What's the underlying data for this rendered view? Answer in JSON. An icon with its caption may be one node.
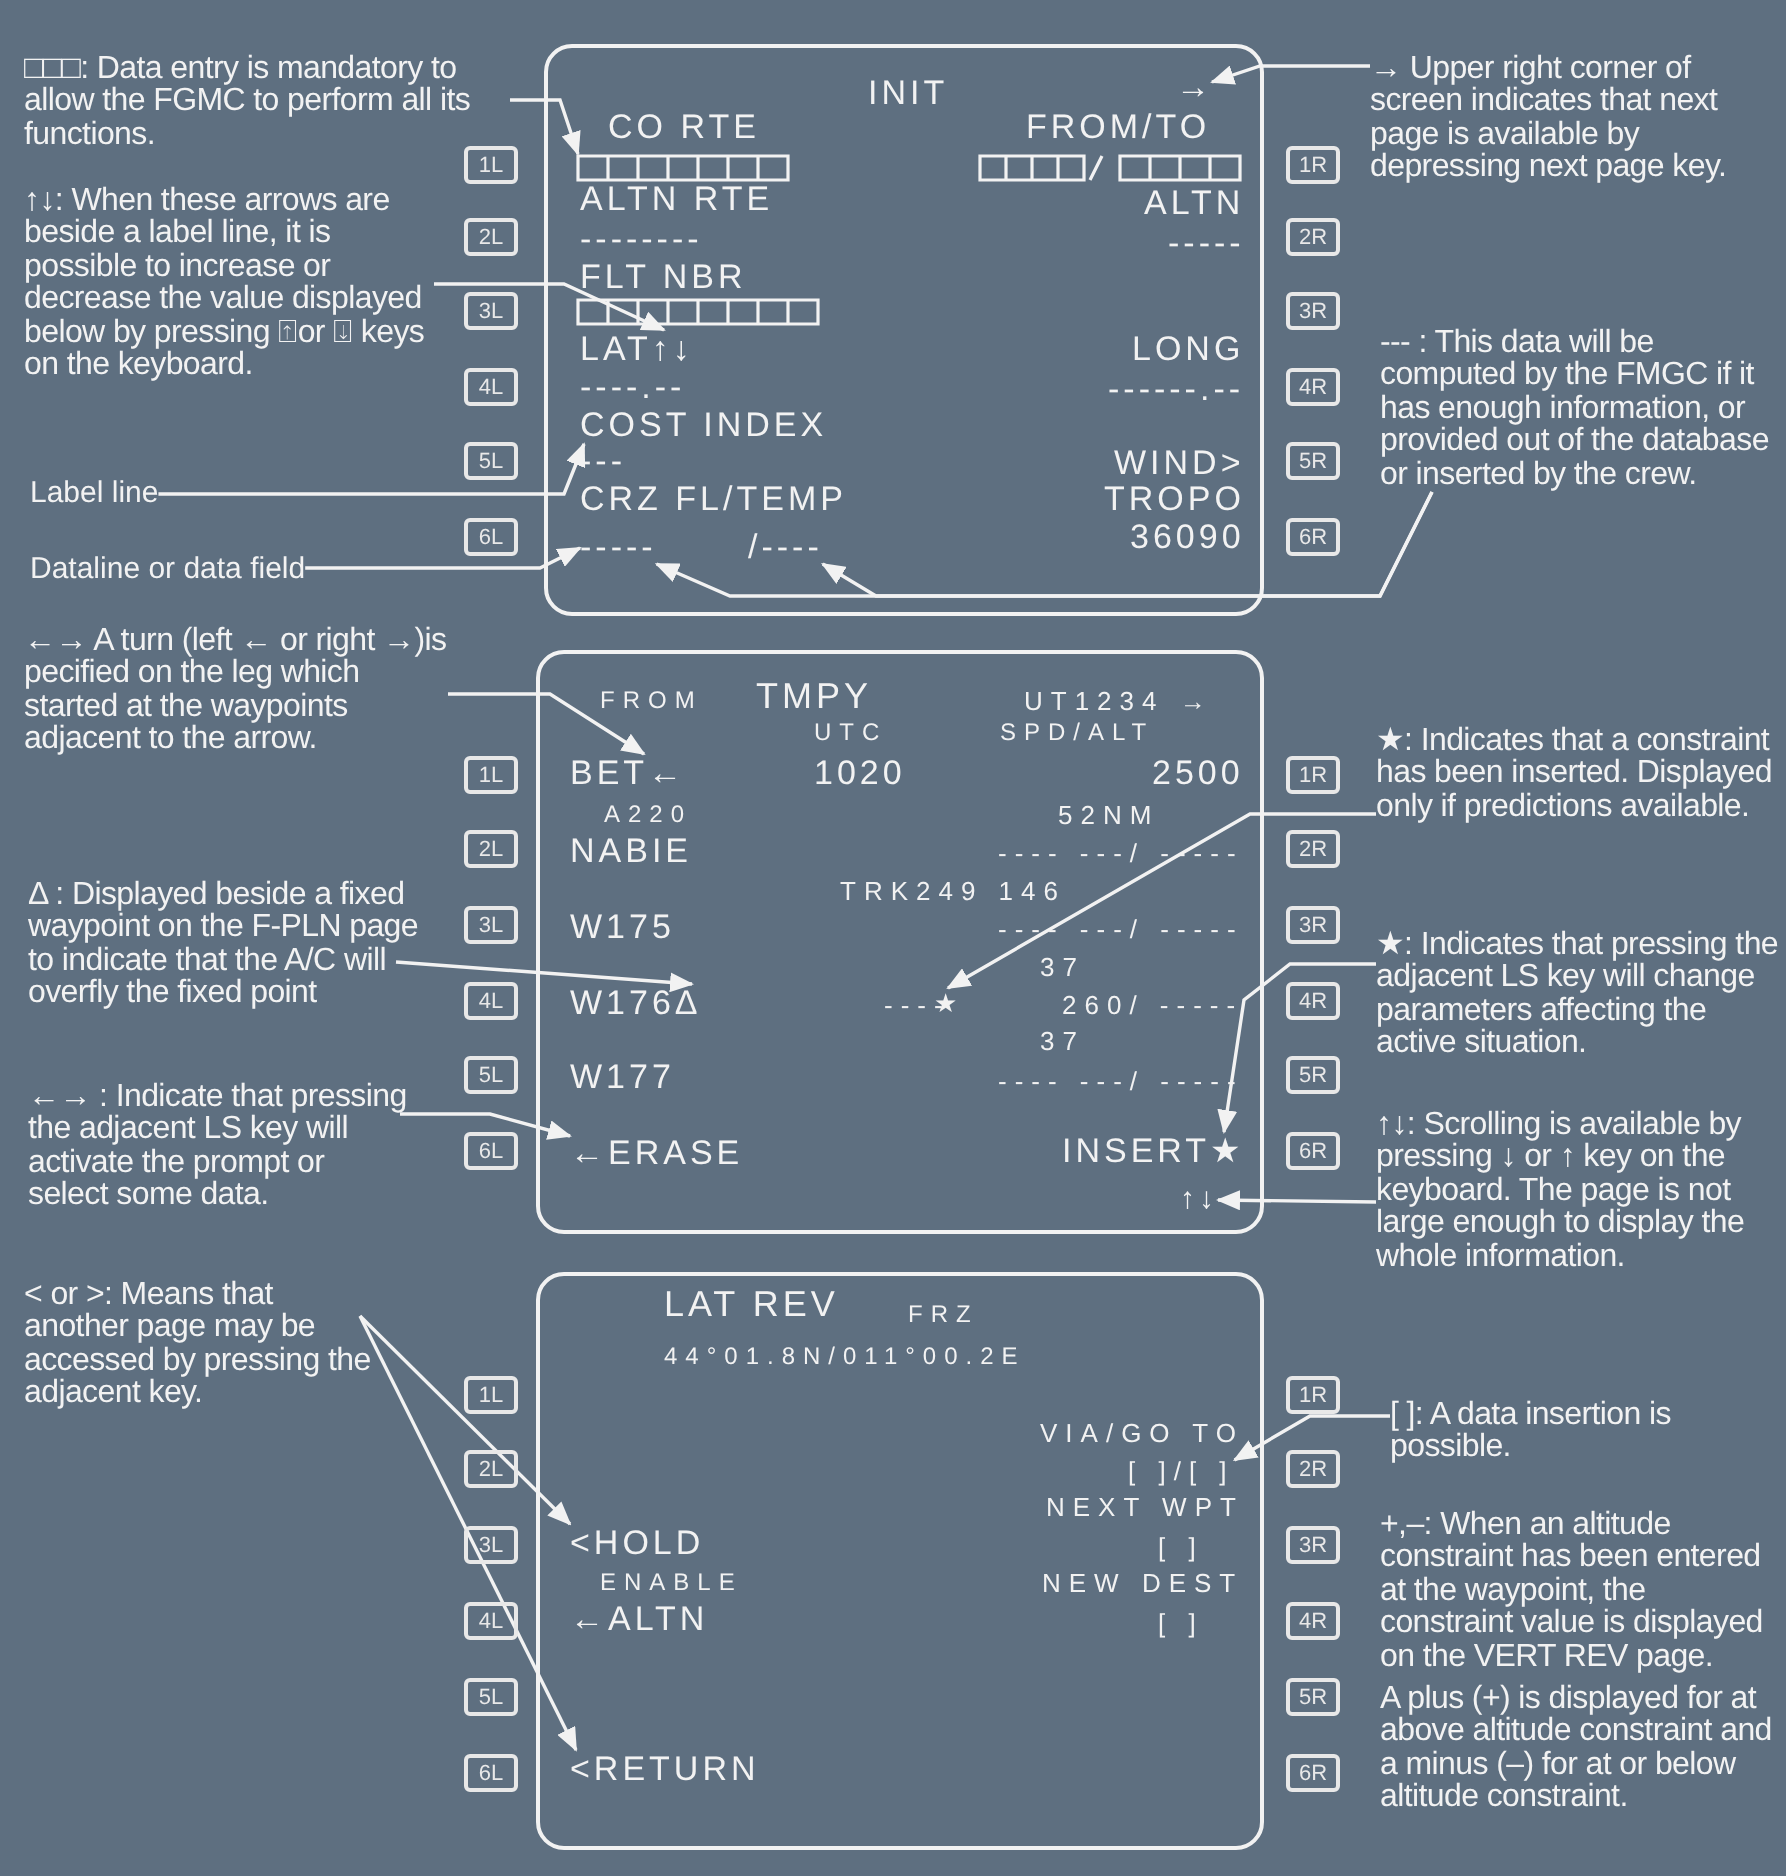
{
  "diagram": {
    "nodes": [
      {
        "text": [
          "INIT",
          "FROM/TO",
          "CO RTE",
          "ALTN RTE",
          "ALTN",
          "--------",
          "-----",
          "FLT NBR",
          "LONG",
          "----.--",
          "------.--",
          "---",
          "WIND>",
          "CRZ FL/TEMP",
          "TROPO",
          "36090"
        ]
      },
      {
        "text": [],
        "shape": "box",
        "in": 0
      },
      {
        "text": [
          "→"
        ],
        "in": 0
      },
      {
        "text": [
          "LAT↑↓"
        ],
        "in": 0
      },
      {
        "text": [
          "COST INDEX"
        ],
        "in": 0
      },
      {
        "text": [
          "-----"
        ],
        "in": 0
      },
      {
        "text": [
          "/----"
        ],
        "in": 0
      },
      {
        "text": [
          "□□□: Data entry is mandatory to allow the FGMC to perform all its functions."
        ]
      },
      {
        "text": [
          "↑↓: When these arrows are beside a label line, it is possible to increase or decrease the value displayed below by pressing ⍐or ⍗ keys on the keyboard."
        ]
      },
      {
        "text": [
          "Label line"
        ]
      },
      {
        "text": [
          "Dataline or data field"
        ]
      },
      {
        "text": [
          "→ Upper right corner of screen indicates that next page is available by depressing next page key."
        ]
      },
      {
        "text": [
          "--- : This data will be computed by the FMGC if it has enough information, or provided out of the database or inserted by the crew."
        ]
      },
      {
        "text": [
          "FROM",
          "TMPY",
          "UT1234 →",
          "UTC",
          "SPD/ALT",
          "1020",
          "2500",
          "A220",
          "52NM",
          "NABIE",
          "---- ---/ -----",
          "TRK249 146",
          "W175",
          "---- ---/ -----",
          "37",
          "----",
          "260/ -----",
          "37",
          "W177",
          "---- ---/ -----"
        ]
      },
      {
        "text": [
          "BET←"
        ],
        "in": 13
      },
      {
        "text": [
          "W176Δ"
        ],
        "in": 13
      },
      {
        "text": [
          "★"
        ],
        "in": 13
      },
      {
        "text": [
          "←ERASE"
        ],
        "in": 13
      },
      {
        "text": [
          "INSERT★"
        ],
        "in": 13
      },
      {
        "text": [
          "↑↓"
        ],
        "in": 13
      },
      {
        "text": [
          "←→ A turn (left ← or right →)is pecified on the leg which started at the waypoints adjacent to the arrow."
        ]
      },
      {
        "text": [
          "Δ : Displayed beside a fixed waypoint on the F-PLN page to indicate that the A/C will overfly the fixed point"
        ]
      },
      {
        "text": [
          "←→ : Indicate that pressing the adjacent LS key will activate the prompt or select some data."
        ]
      },
      {
        "text": [
          "★: Indicates that a constraint has been inserted. Displayed only if predictions available."
        ]
      },
      {
        "text": [
          "★: Indicates that pressing the adjacent LS key will change parameters affecting the active situation."
        ]
      },
      {
        "text": [
          "↑↓: Scrolling is available by pressing ↓ or ↑ key on the keyboard. The page is not large enough to display the whole information."
        ]
      },
      {
        "text": [
          "LAT REV",
          "FRZ",
          "44°01.8N/011°00.2E",
          "VIA/GO TO",
          "NEXT WPT",
          "[ ]",
          "ENABLE",
          "NEW DEST",
          "←ALTN",
          "[ ]"
        ]
      },
      {
        "text": [
          "<HOLD"
        ],
        "in": 26
      },
      {
        "text": [
          "<RETURN"
        ],
        "in": 26
      },
      {
        "text": [
          "[ ]/[ ]"
        ],
        "in": 26
      },
      {
        "text": [
          "< or >: Means that another page may be accessed by pressing the adjacent key."
        ]
      },
      {
        "text": [
          "[ ]: A data insertion is possible."
        ]
      },
      {
        "text": [
          "1L"
        ]
      },
      {
        "text": [
          "2L"
        ]
      },
      {
        "text": [
          "3L"
        ]
      },
      {
        "text": [
          "4L"
        ]
      },
      {
        "text": [
          "5L"
        ]
      },
      {
        "text": [
          "6L"
        ]
      },
      {
        "text": [
          "1R"
        ]
      },
      {
        "text": [
          "2R"
        ]
      },
      {
        "text": [
          "3R"
        ]
      },
      {
        "text": [
          "4R"
        ]
      },
      {
        "text": [
          "5R"
        ]
      },
      {
        "text": [
          "6R"
        ]
      },
      {
        "text": [
          "1L"
        ]
      },
      {
        "text": [
          "2L"
        ]
      },
      {
        "text": [
          "3L"
        ]
      },
      {
        "text": [
          "4L"
        ]
      },
      {
        "text": [
          "5L"
        ]
      },
      {
        "text": [
          "6L"
        ]
      },
      {
        "text": [
          "1R"
        ]
      },
      {
        "text": [
          "2R"
        ]
      },
      {
        "text": [
          "3R"
        ]
      },
      {
        "text": [
          "4R"
        ]
      },
      {
        "text": [
          "5R"
        ]
      },
      {
        "text": [
          "6R"
        ]
      },
      {
        "text": [
          "1L"
        ]
      },
      {
        "text": [
          "2L"
        ]
      },
      {
        "text": [
          "3L"
        ]
      },
      {
        "text": [
          "4L"
        ]
      },
      {
        "text": [
          "5L"
        ]
      },
      {
        "text": [
          "6L"
        ]
      },
      {
        "text": [
          "1R"
        ]
      },
      {
        "text": [
          "2R"
        ]
      },
      {
        "text": [
          "3R"
        ]
      },
      {
        "text": [
          "4R"
        ]
      },
      {
        "text": [
          "5R"
        ]
      },
      {
        "text": [
          "6R"
        ]
      }
    ],
    "edges": [
      {
        "from": 7,
        "to": 1,
        "arrow": "to"
      },
      {
        "from": 8,
        "to": 3,
        "arrow": "to"
      },
      {
        "from": 9,
        "to": 4,
        "arrow": "to"
      },
      {
        "from": 10,
        "to": 5,
        "arrow": "to"
      },
      {
        "from": 11,
        "to": 2,
        "arrow": "to"
      },
      {
        "from": 12,
        "to": 5,
        "arrow": "to"
      },
      {
        "from": 12,
        "to": 6,
        "arrow": "to"
      },
      {
        "from": 20,
        "to": 14,
        "arrow": "to"
      },
      {
        "from": 21,
        "to": 15,
        "arrow": "to"
      },
      {
        "from": 22,
        "to": 17,
        "arrow": "to"
      },
      {
        "from": 23,
        "to": 16,
        "arrow": "to"
      },
      {
        "from": 24,
        "to": 18,
        "arrow": "to"
      },
      {
        "from": 25,
        "to": 19,
        "arrow": "to"
      },
      {
        "from": 30,
        "to": 27,
        "arrow": "to"
      },
      {
        "from": 30,
        "to": 28,
        "arrow": "to"
      },
      {
        "from": 31,
        "to": 29,
        "arrow": "to"
      }
    ],
    "labels": [
      "+,–: When an altitude constraint has been entered at the waypoint, the constraint value is displayed on the VERT REV page.",
      "A plus (+) is displayed for at above altitude constraint and a minus (–) for at or below altitude constraint."
    ]
  }
}
